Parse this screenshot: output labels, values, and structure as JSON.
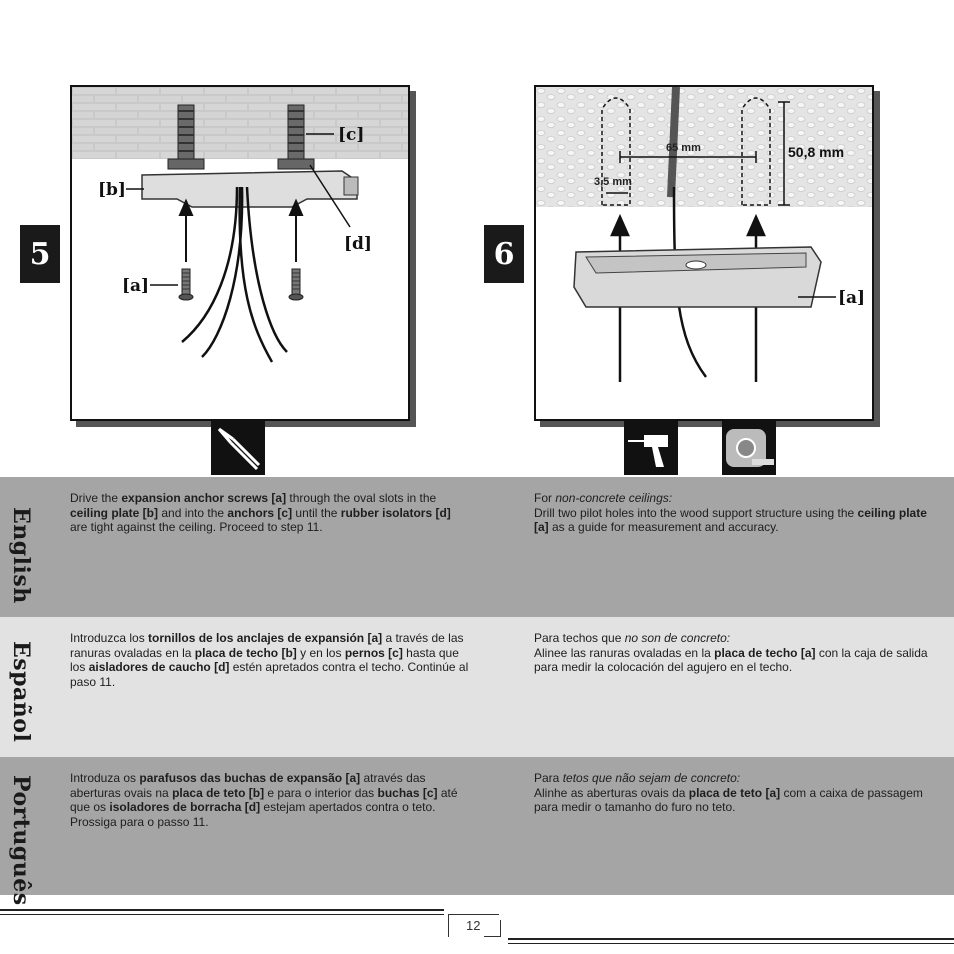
{
  "steps": [
    {
      "number": "5",
      "callouts": {
        "a": "[a]",
        "b": "[b]",
        "c": "[c]",
        "d": "[d]"
      }
    },
    {
      "number": "6",
      "callouts": {
        "a": "[a]"
      },
      "dimensions": {
        "spacing": "65 mm",
        "diameter": "3,5 mm",
        "depth": "50,8 mm"
      }
    }
  ],
  "tools": [
    "wire-stripper-icon",
    "drill-icon",
    "tape-measure-icon"
  ],
  "languages": [
    {
      "label": "English",
      "step5": {
        "parts": [
          {
            "t": "Drive the ",
            "s": "n"
          },
          {
            "t": "expansion anchor screws [a]",
            "s": "b"
          },
          {
            "t": " through the oval slots in the ",
            "s": "n"
          },
          {
            "t": "ceiling plate [b]",
            "s": "b"
          },
          {
            "t": " and into the ",
            "s": "n"
          },
          {
            "t": "anchors [c]",
            "s": "b"
          },
          {
            "t": " until the ",
            "s": "n"
          },
          {
            "t": "rubber isolators [d]",
            "s": "b"
          },
          {
            "t": " are tight against the ceiling. Proceed to step 11.",
            "s": "n"
          }
        ]
      },
      "step6": {
        "parts": [
          {
            "t": "For ",
            "s": "n"
          },
          {
            "t": "non-concrete ceilings:",
            "s": "i"
          },
          {
            "t": "\nDrill two pilot holes into the wood support structure using the ",
            "s": "n"
          },
          {
            "t": "ceiling plate [a]",
            "s": "b"
          },
          {
            "t": " as a guide for measurement and accuracy.",
            "s": "n"
          }
        ]
      }
    },
    {
      "label": "Español",
      "step5": {
        "parts": [
          {
            "t": "Introduzca los ",
            "s": "n"
          },
          {
            "t": "tornillos de los anclajes de expansión [a]",
            "s": "b"
          },
          {
            "t": " a través de las ranuras ovaladas en la ",
            "s": "n"
          },
          {
            "t": "placa de techo [b]",
            "s": "b"
          },
          {
            "t": " y en los ",
            "s": "n"
          },
          {
            "t": "pernos [c]",
            "s": "b"
          },
          {
            "t": " hasta que los ",
            "s": "n"
          },
          {
            "t": "aisladores de caucho [d]",
            "s": "b"
          },
          {
            "t": " estén apretados contra el techo. Continúe al paso 11.",
            "s": "n"
          }
        ]
      },
      "step6": {
        "parts": [
          {
            "t": "Para techos que ",
            "s": "n"
          },
          {
            "t": "no son de concreto:",
            "s": "i"
          },
          {
            "t": "\nAlinee las ranuras ovaladas en la ",
            "s": "n"
          },
          {
            "t": "placa de techo [a]",
            "s": "b"
          },
          {
            "t": " con la caja de salida para medir la colocación del agujero en el techo.",
            "s": "n"
          }
        ]
      }
    },
    {
      "label": "Português",
      "step5": {
        "parts": [
          {
            "t": "Introduza os ",
            "s": "n"
          },
          {
            "t": "parafusos das buchas de expansão [a]",
            "s": "b"
          },
          {
            "t": " através das aberturas ovais na  ",
            "s": "n"
          },
          {
            "t": "placa de teto [b]",
            "s": "b"
          },
          {
            "t": " e para o interior das ",
            "s": "n"
          },
          {
            "t": "buchas [c]",
            "s": "b"
          },
          {
            "t": " até que os ",
            "s": "n"
          },
          {
            "t": "isoladores de borracha [d]",
            "s": "b"
          },
          {
            "t": " estejam apertados contra o teto. Prossiga para o passo 11.",
            "s": "n"
          }
        ]
      },
      "step6": {
        "parts": [
          {
            "t": "Para ",
            "s": "n"
          },
          {
            "t": "tetos que não sejam de concreto:",
            "s": "i"
          },
          {
            "t": "\nAlinhe as aberturas ovais da ",
            "s": "n"
          },
          {
            "t": "placa de teto [a]",
            "s": "b"
          },
          {
            "t": " com a caixa de passagem para medir o tamanho do furo no teto.",
            "s": "n"
          }
        ]
      }
    }
  ],
  "page_number": "12"
}
